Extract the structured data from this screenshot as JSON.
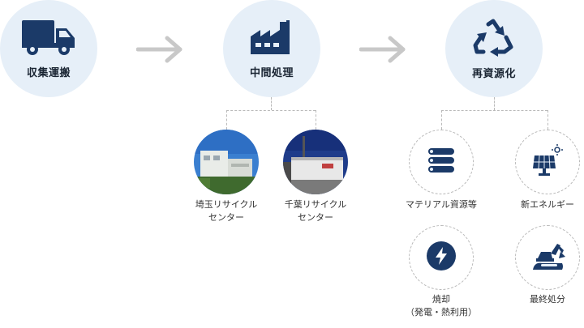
{
  "stages": [
    {
      "label": "収集運搬",
      "icon": "truck-icon"
    },
    {
      "label": "中間処理",
      "icon": "factory-icon"
    },
    {
      "label": "再資源化",
      "icon": "recycle-icon"
    }
  ],
  "facilities": [
    {
      "line1": "埼玉リサイクル",
      "line2": "センター"
    },
    {
      "line1": "千葉リサイクル",
      "line2": "センター"
    }
  ],
  "outputs": [
    {
      "line1": "マテリアル資源等",
      "line2": "",
      "icon": "pipes-icon"
    },
    {
      "line1": "新エネルギー",
      "line2": "",
      "icon": "solar-panel-icon"
    },
    {
      "line1": "焼却",
      "line2": "（発電・熱利用）",
      "icon": "lightning-icon"
    },
    {
      "line1": "最終処分",
      "line2": "",
      "icon": "excavator-icon"
    }
  ],
  "colors": {
    "stage_bg": "#e6eff8",
    "icon_navy": "#1b3a68",
    "arrow": "#c8c8c8"
  }
}
